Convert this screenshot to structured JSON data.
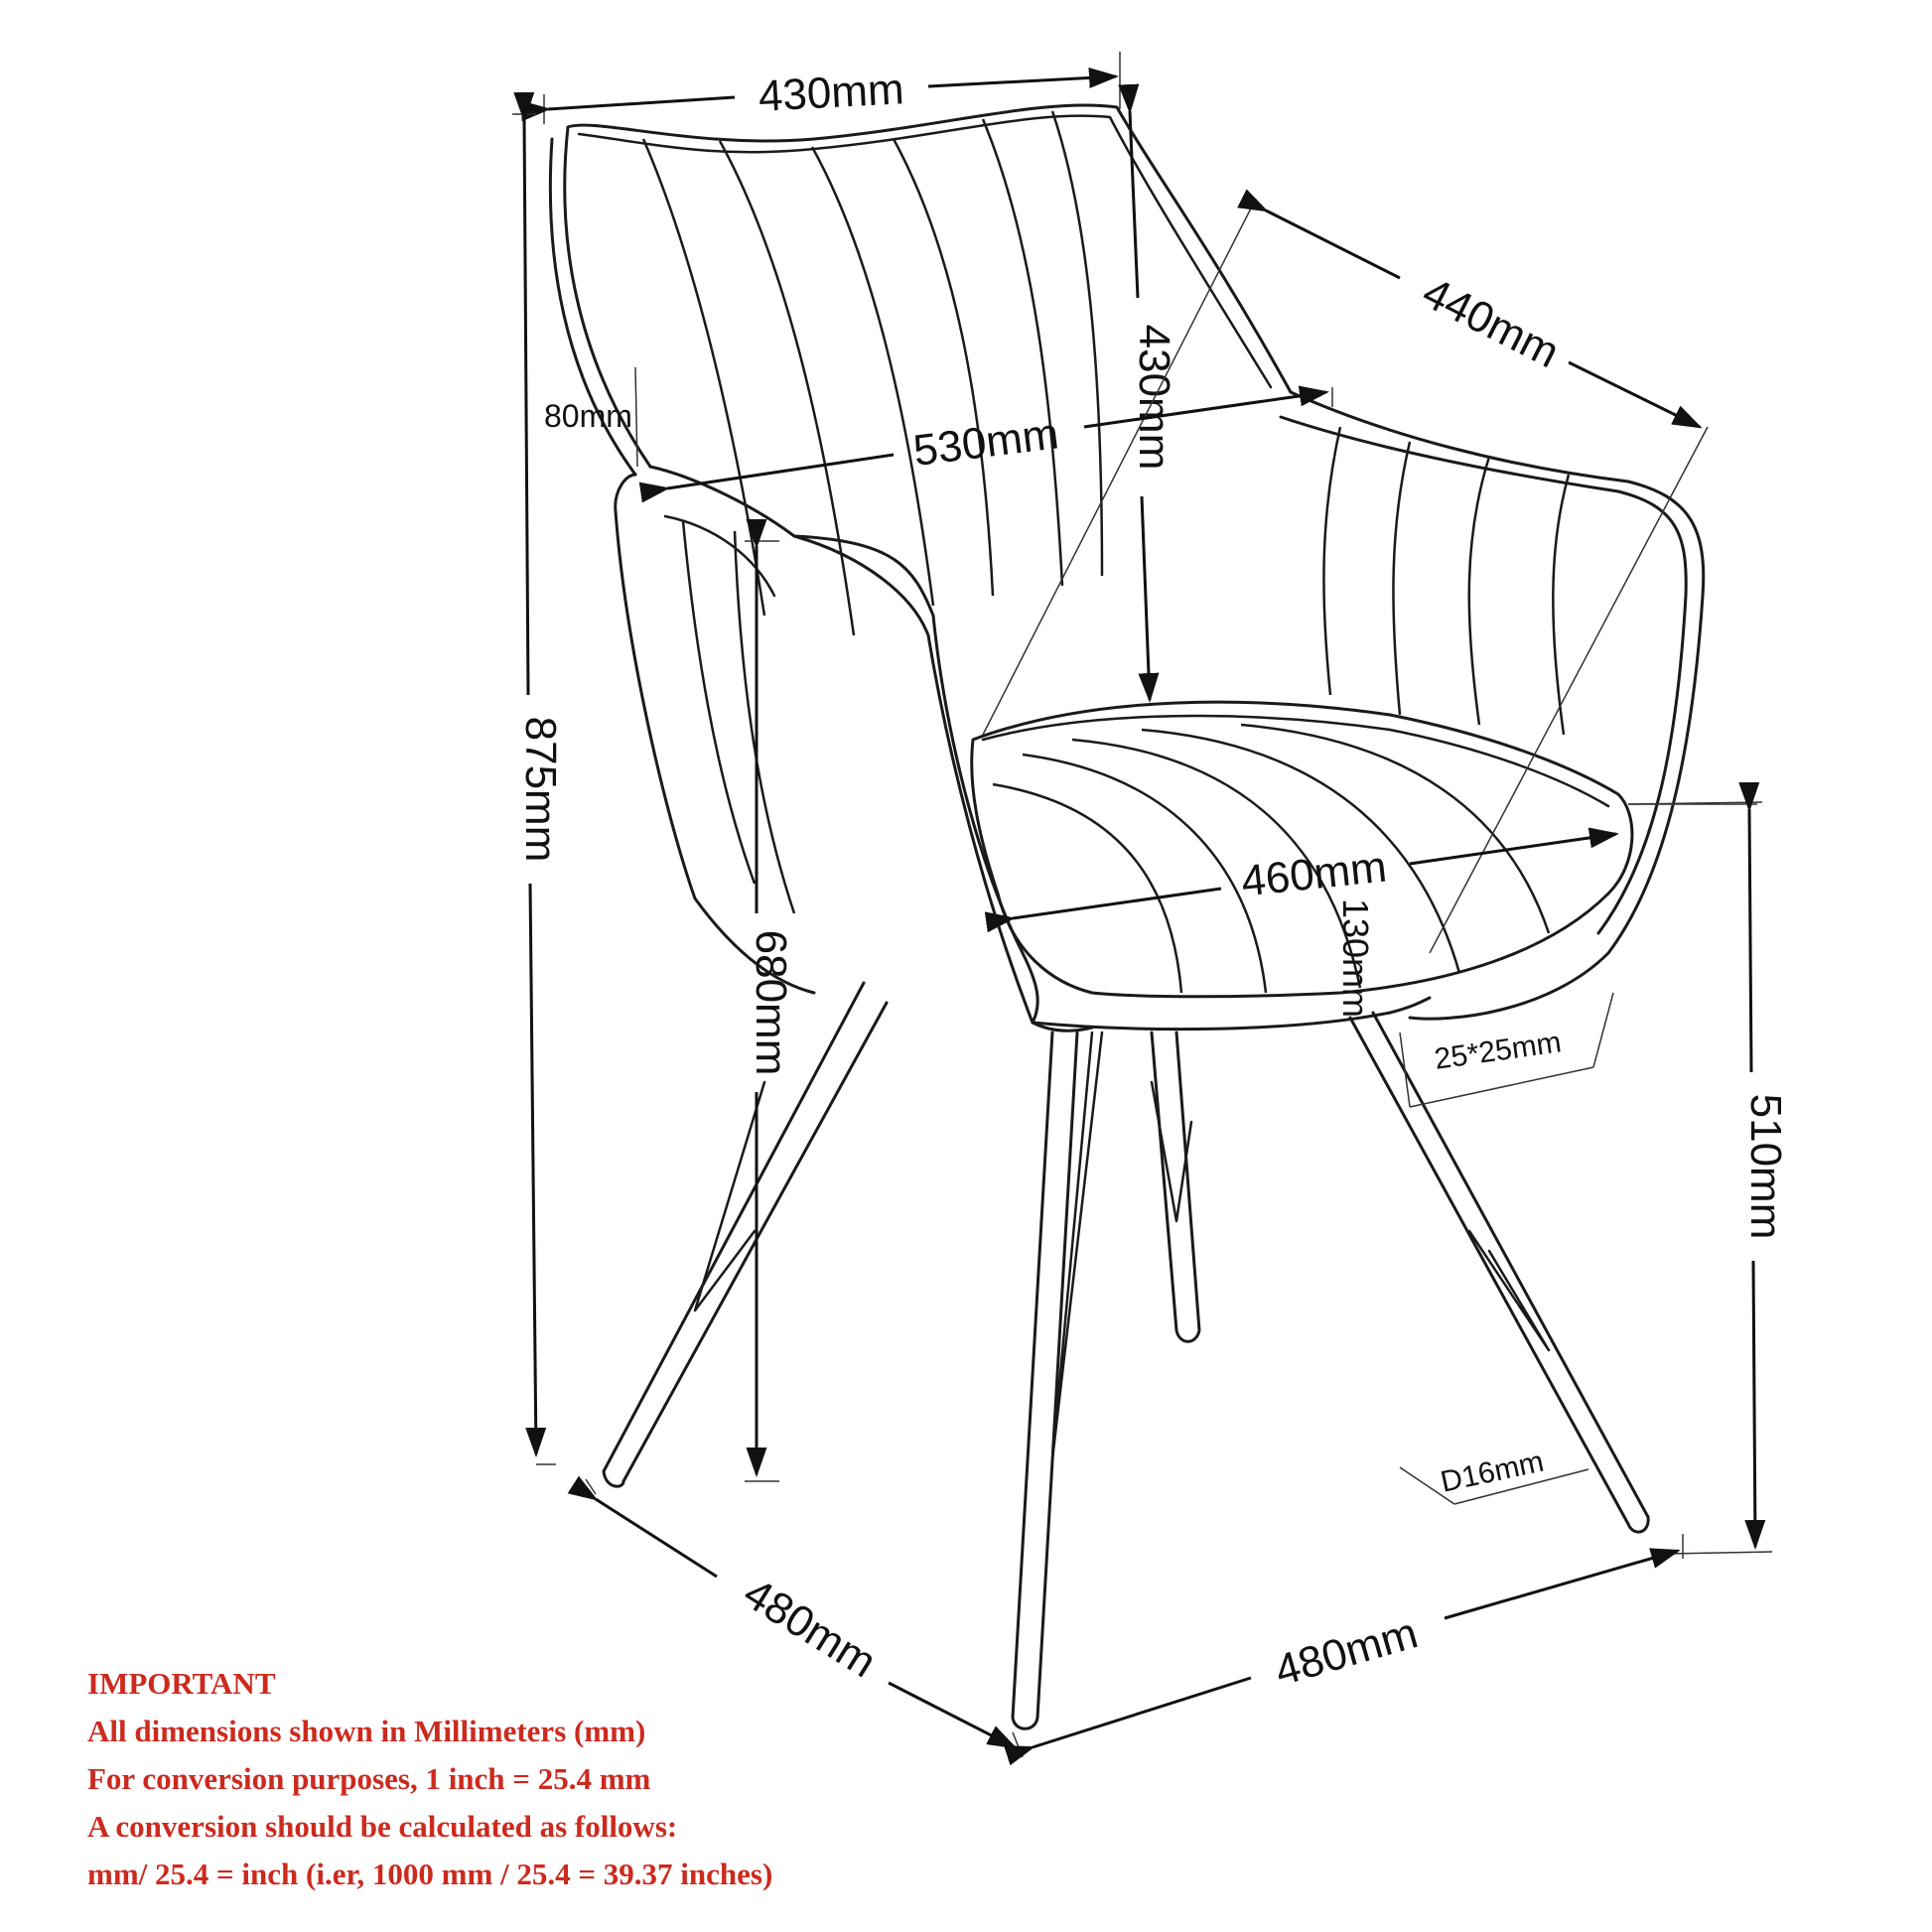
{
  "dimensions": {
    "top_width": "430mm",
    "backrest_height": "430mm",
    "arm_depth": "440mm",
    "arm_width": "530mm",
    "arm_thickness": "80mm",
    "total_height": "875mm",
    "arm_height": "680mm",
    "seat_width": "460mm",
    "seat_thickness": "130mm",
    "leg_profile": "25*25mm",
    "seat_height": "510mm",
    "leg_diameter": "D16mm",
    "base_depth": "480mm",
    "base_width": "480mm"
  },
  "note": {
    "heading": "IMPORTANT",
    "lines": [
      "All dimensions shown in Millimeters (mm)",
      "For conversion purposes, 1 inch = 25.4 mm",
      "A conversion should be calculated as follows:",
      "mm/ 25.4 = inch (i.er, 1000 mm / 25.4 = 39.37 inches)"
    ]
  },
  "colors": {
    "note_text": "#cc2a1e",
    "line_art": "#1a1a1a"
  }
}
